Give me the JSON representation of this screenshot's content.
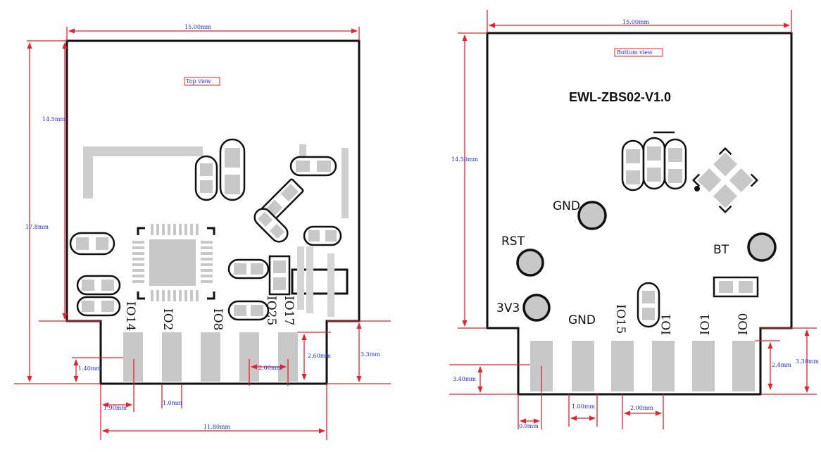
{
  "top_view": {
    "caption": "Top view",
    "dims": {
      "width": "15.00mm",
      "upper_height": "14.5mm",
      "total_height": "17.8mm",
      "tab_height": "3.3mm",
      "pad_length": "2.60mm",
      "pad_offset": "1.40mm",
      "pad_edge": "1.90mm",
      "pad_width": "1.0mm",
      "pad_pitch": "2.00mm",
      "tab_width": "11.80mm"
    },
    "pins": [
      "IO14",
      "IO2",
      "IO8",
      "IO25",
      "IO17"
    ]
  },
  "bottom_view": {
    "caption": "Bottom view",
    "title": "EWL-ZBS02-V1.0",
    "dims": {
      "width": "15.00mm",
      "upper_height": "14.50mm",
      "total_height": "3.30mm",
      "pad_offset": "3.40mm",
      "pad_length": "2.4mm",
      "pad_edge": "0.9mm",
      "pad_width": "1.00mm",
      "pad_pitch": "2.00mm"
    },
    "test_points": [
      "GND",
      "RST",
      "3V3",
      "BT"
    ],
    "pins": [
      "GND",
      "IO15",
      "IO1",
      "IO1",
      "IO0"
    ]
  },
  "colors": {
    "outline": "#111111",
    "dimension": "#e8212b",
    "dim_text": "#1e2fd0",
    "copper": "#c8c8c8"
  }
}
